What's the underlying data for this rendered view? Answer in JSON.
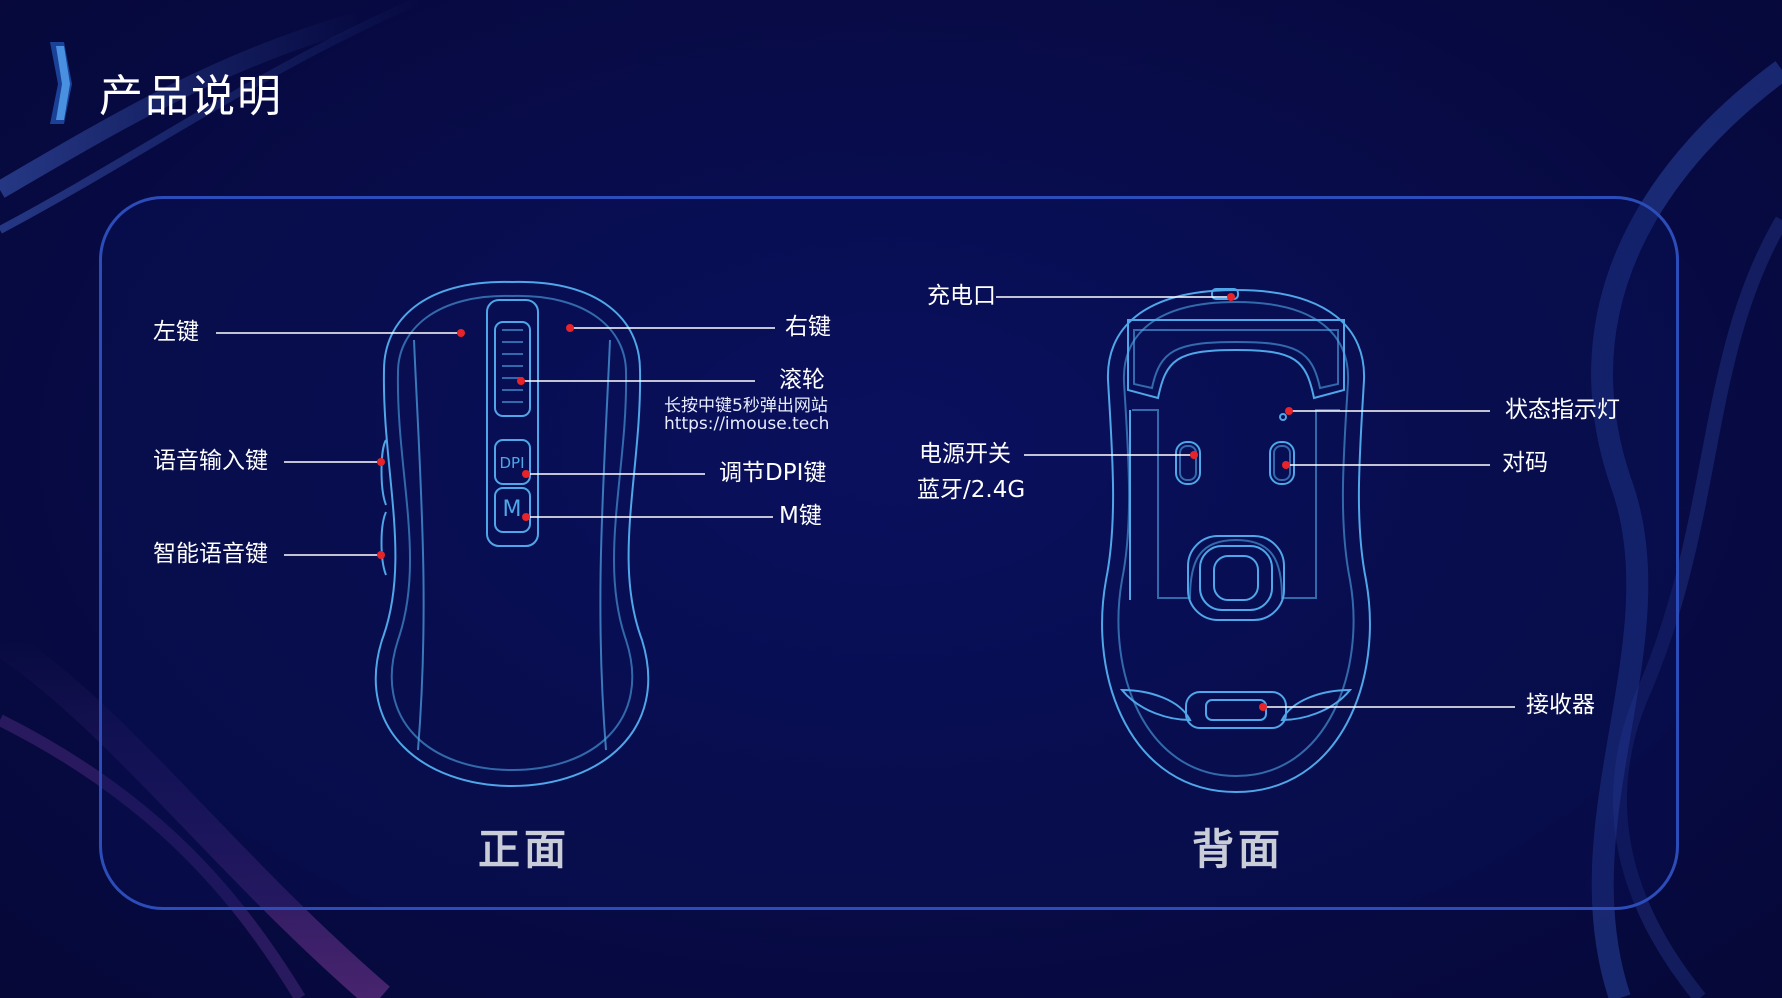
{
  "page": {
    "title": "产品说明"
  },
  "front": {
    "caption": "正面",
    "labels": {
      "left_key": "左键",
      "voice_input_key": "语音输入键",
      "smart_voice_key": "智能语音键",
      "right_key": "右键",
      "scroll_wheel": "滚轮",
      "scroll_note_1": "长按中键5秒弹出网站",
      "scroll_note_2": "https://imouse.tech",
      "dpi_key": "调节DPI键",
      "m_key": "M键"
    },
    "button_text": {
      "dpi": "DPI",
      "m": "M"
    }
  },
  "back": {
    "caption": "背面",
    "labels": {
      "charge_port": "充电口",
      "power_switch": "电源开关",
      "bt_mode": "蓝牙/2.4G",
      "status_light": "状态指示灯",
      "pairing": "对码",
      "receiver": "接收器"
    }
  },
  "colors": {
    "accent_line": "#4fa6e8",
    "marker": "#e8232a",
    "panel_border": "#2c4db9",
    "leader": "#ffffff"
  }
}
